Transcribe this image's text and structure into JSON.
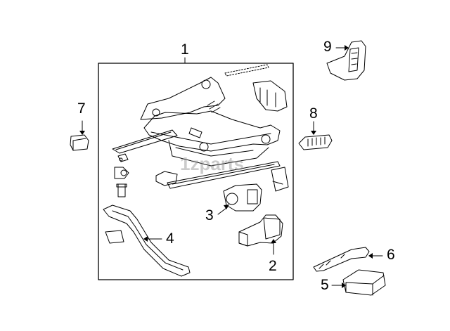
{
  "callouts": {
    "c1": "1",
    "c2": "2",
    "c3": "3",
    "c4": "4",
    "c5": "5",
    "c6": "6",
    "c7": "7",
    "c8": "8",
    "c9": "9"
  },
  "watermark": "1zparts",
  "colors": {
    "line": "#000000",
    "background": "#ffffff"
  }
}
